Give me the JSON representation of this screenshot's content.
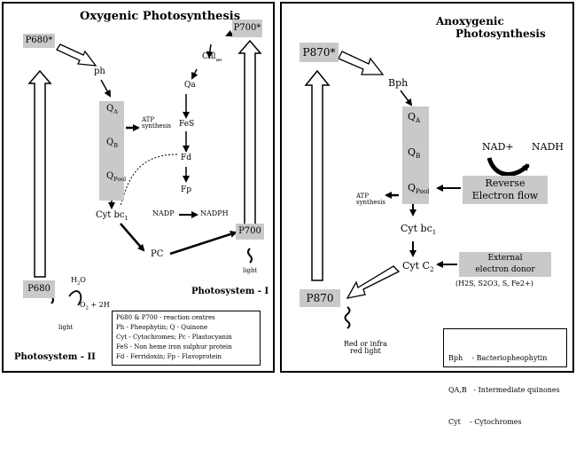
{
  "left": {
    "title": "Oxygenic Photosynthesis",
    "p680_star": "P680*",
    "p700_star": "P700*",
    "ph": "ph",
    "chl": "Chl",
    "chl_sub": "ao",
    "qa": "Qa",
    "q_a": "Q",
    "q_a_sub": "A",
    "q_b": "Q",
    "q_b_sub": "B",
    "q_pool": "Q",
    "q_pool_sub": "Pool",
    "atp_line1": "ATP",
    "atp_line2": "synthesis",
    "fes": "FeS",
    "fd": "Fd",
    "fp": "Fp",
    "nadp": "NADP",
    "nadph": "NADPH",
    "cyt": "Cyt bc",
    "cyt_sub": "1",
    "pc": "PC",
    "p700": "P700",
    "p680": "P680",
    "h2o": "H",
    "h2o_sub": "2",
    "h2o_tail": "O",
    "o2": "O",
    "o2_sub": "2",
    "o2_tail": " + 2H",
    "light_left": "light",
    "light_right": "light",
    "ps1": "Photosystem - I",
    "ps2": "Photosystem - II",
    "legend": [
      "P680 & P700 - reaction centres",
      "Ph - Pheophytin;  Q - Quinone",
      "Cyt - Cytochromes; Pc - Plastocyanin",
      "FeS - Non heme iron sulphur protein",
      "Fd - Ferridoxin; Fp - Flavoprotein"
    ]
  },
  "right": {
    "title1": "Anoxygenic",
    "title2": "Photosynthesis",
    "p870_star": "P870*",
    "bph": "Bph",
    "q_a": "Q",
    "q_a_sub": "A",
    "q_b": "Q",
    "q_b_sub": "B",
    "q_pool": "Q",
    "q_pool_sub": "Pool",
    "nad": "NAD+",
    "nadh": "NADH",
    "reverse1": "Reverse",
    "reverse2": "Electron flow",
    "atp_line1": "ATP",
    "atp_line2": "synthesis",
    "cyt_bc": "Cyt bc",
    "cyt_bc_sub": "1",
    "cyt_c": "Cyt C",
    "cyt_c_sub": "2",
    "donor1": "External",
    "donor2": "electron donor",
    "donor3": "(H2S, S2O3, S, Fe2+)",
    "p870": "P870",
    "red1": "Red or infra",
    "red2": "red light",
    "legend": [
      "Bph    - Bacteriopheophytin",
      "QA,B   - Intermediate quinones",
      "Cyt    - Cytochromes"
    ]
  }
}
